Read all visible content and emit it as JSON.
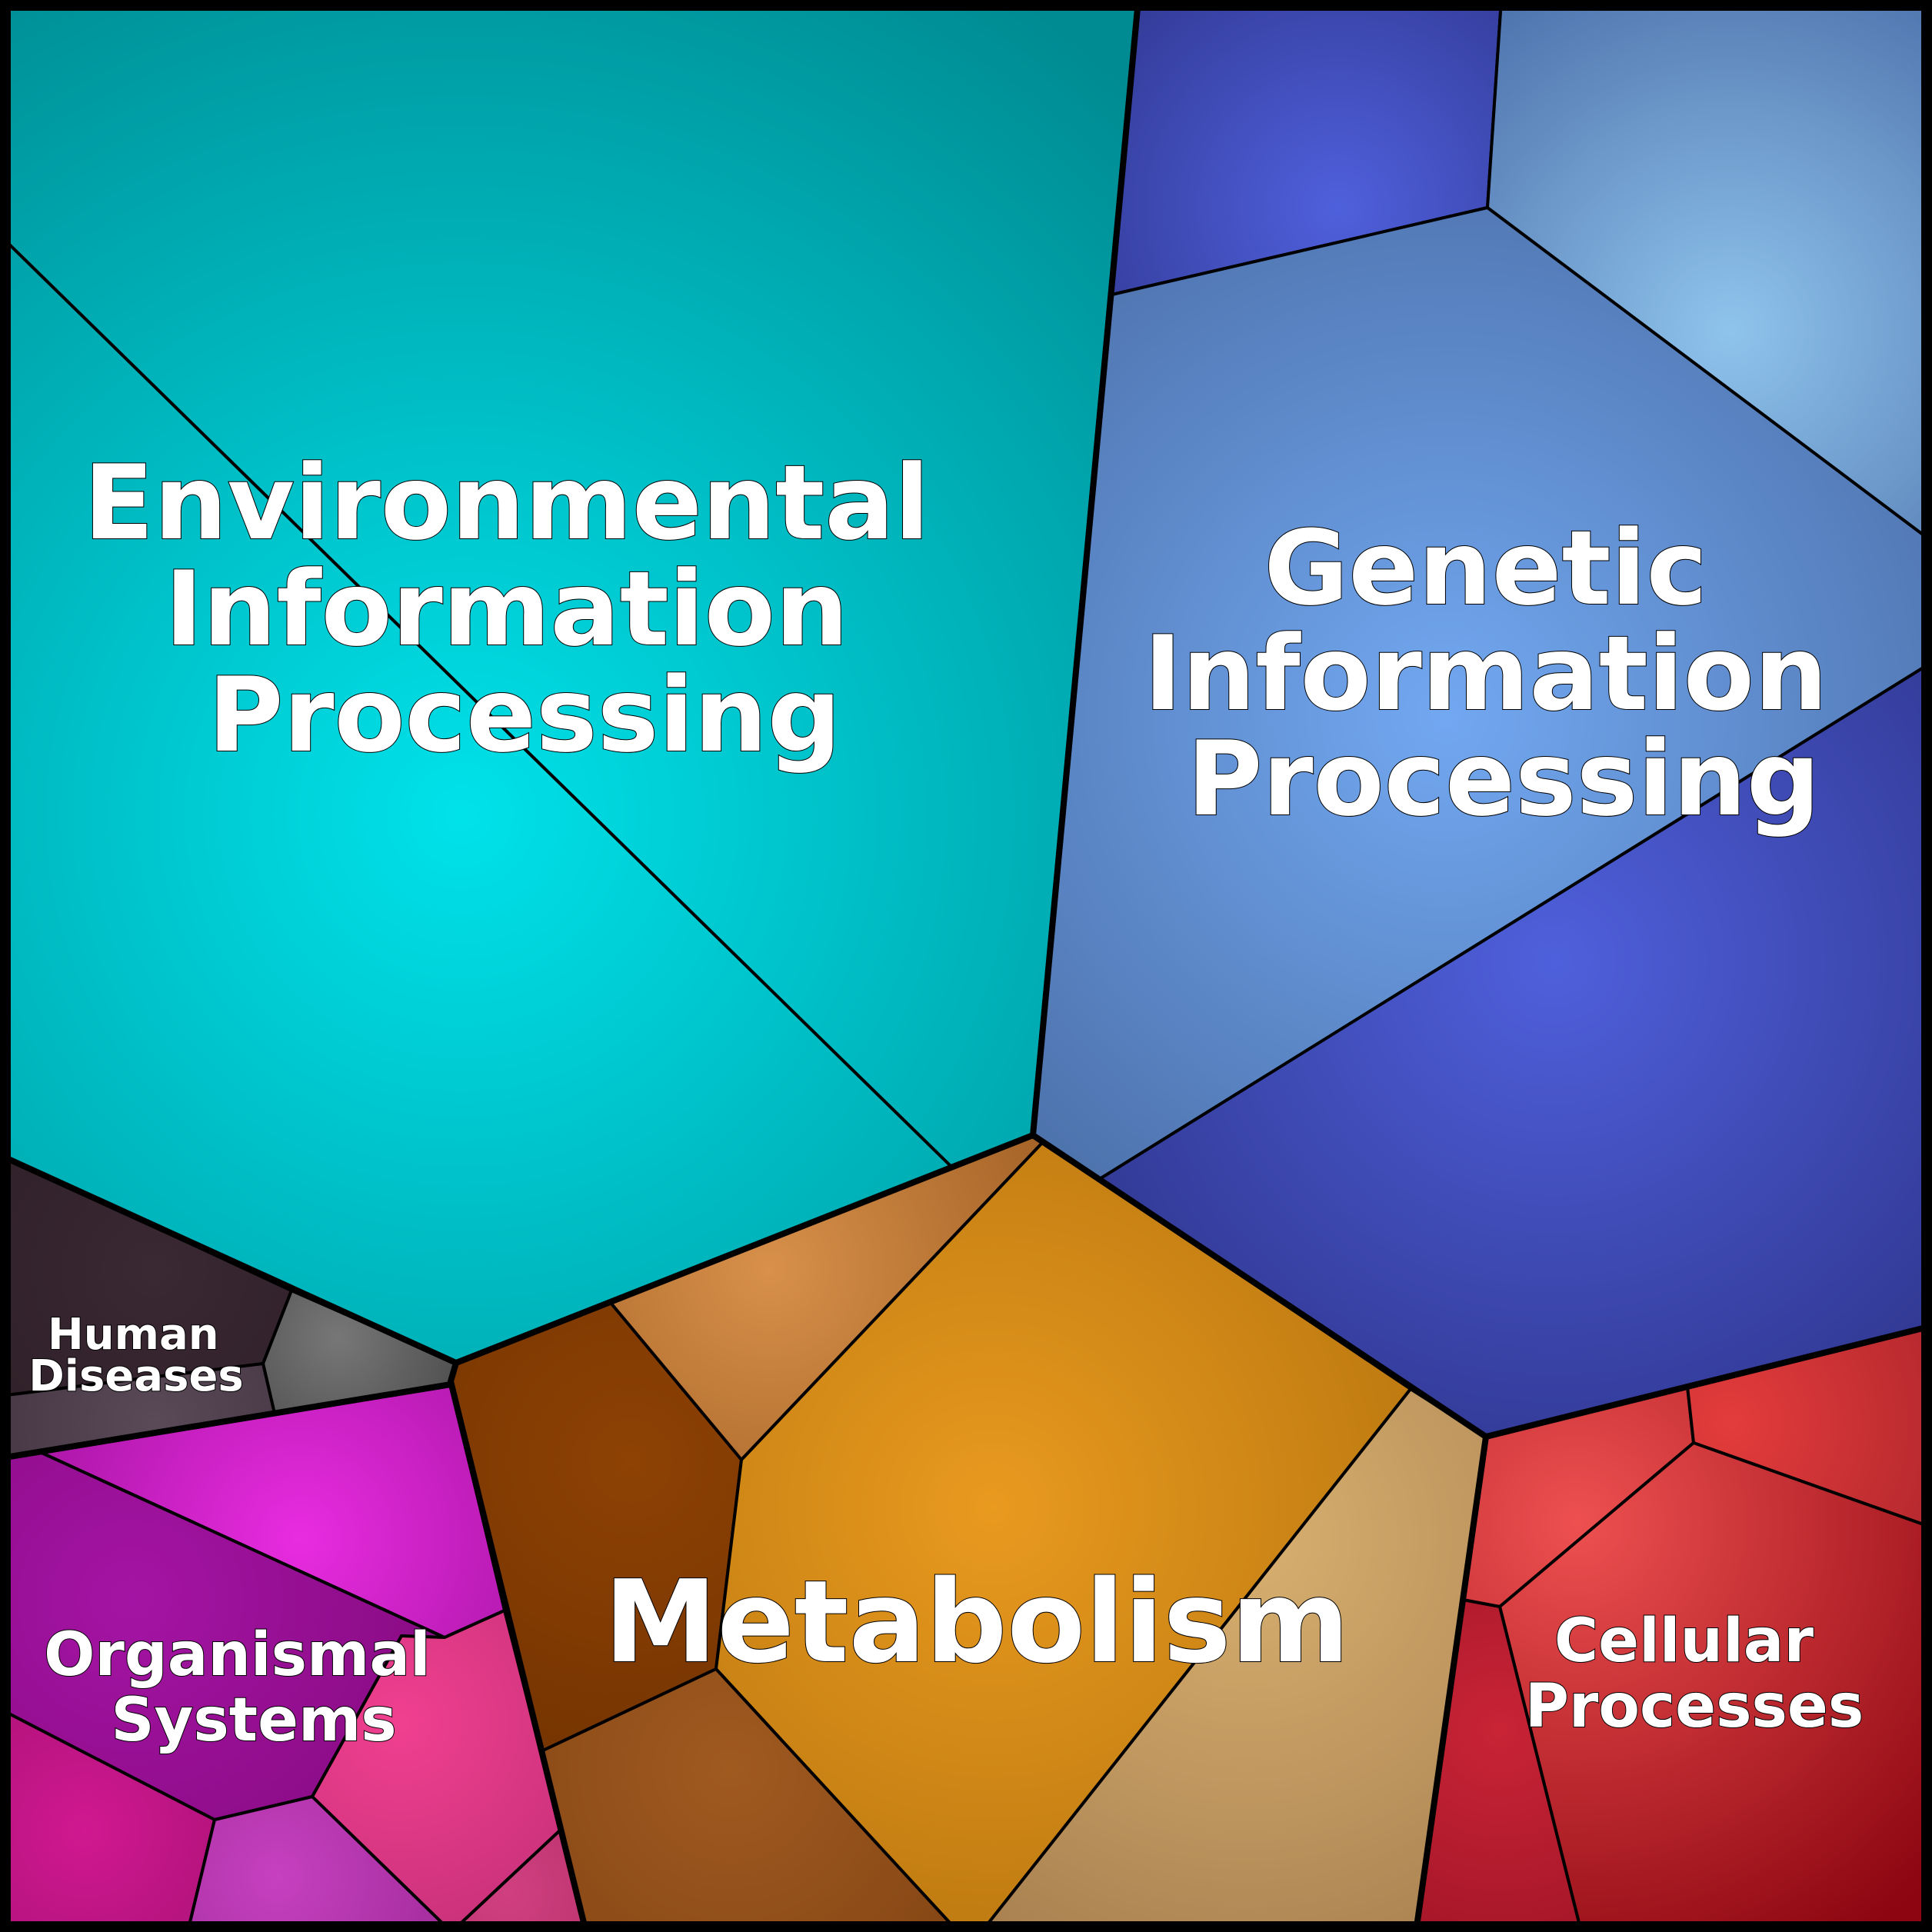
{
  "categories": {
    "environmental": {
      "lines": [
        "Environmental",
        "Information",
        "Processing"
      ],
      "colors": {
        "light": "#00e2ea",
        "dark": "#008a91"
      }
    },
    "genetic": {
      "lines": [
        "Genetic",
        "Information",
        "Processing"
      ],
      "colors": {
        "light": "#72a8f1",
        "dark": "#4e73ad",
        "deep": "#303790",
        "violet": "#4f60dc"
      }
    },
    "metabolism": {
      "lines": [
        "Metabolism"
      ],
      "colors": {
        "light": "#e99a1f",
        "dark": "#b0700c",
        "brown": "#6e3000",
        "tan": "#d8b070"
      }
    },
    "cellular": {
      "lines": [
        "Cellular",
        "Processes"
      ],
      "colors": {
        "light": "#ee5050",
        "dark": "#8c0510"
      }
    },
    "organismal": {
      "lines": [
        "Organismal",
        "Systems"
      ],
      "colors": {
        "light": "#e82ce0",
        "dark": "#8a0a88",
        "pink": "#f04090"
      }
    },
    "human": {
      "lines": [
        "Human",
        "Diseases"
      ],
      "colors": {
        "light": "#777777",
        "dark": "#2a1c24"
      }
    }
  }
}
